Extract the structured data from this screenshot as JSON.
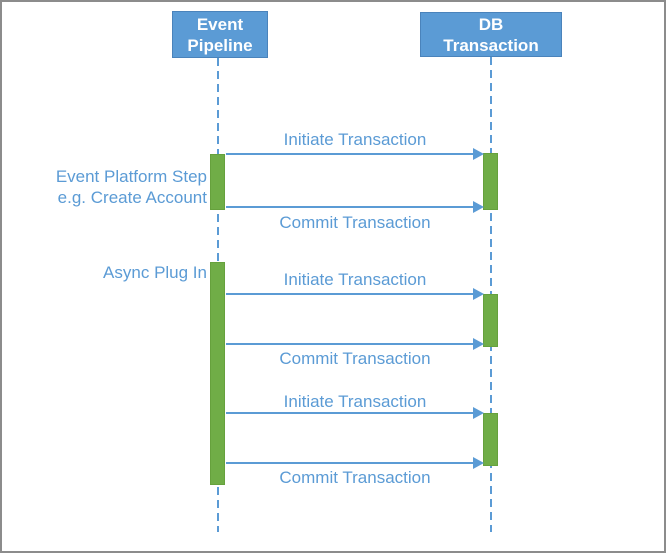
{
  "diagram_type": "uml-sequence-diagram",
  "colors": {
    "actor_fill": "#5B9BD5",
    "actor_border": "#4A83BB",
    "actor_text": "#FFFFFF",
    "lifeline_blue": "#5B9BD5",
    "message_line_blue": "#5B9BD5",
    "message_text_blue": "#5B9BD5",
    "activation_fill_green": "#70AD47",
    "frame_border_gray": "#8C8C8C",
    "background": "#FFFFFF"
  },
  "actors": [
    {
      "id": "event-pipeline",
      "line1": "Event",
      "line2": "Pipeline"
    },
    {
      "id": "db-transaction",
      "line1": "DB",
      "line2": "Transaction"
    }
  ],
  "annotations": [
    {
      "lines": [
        "Event Platform Step",
        "e.g. Create Account"
      ]
    },
    {
      "lines": [
        "Async Plug In"
      ]
    }
  ],
  "messages": [
    {
      "label": "Initiate Transaction",
      "from": "Event Pipeline",
      "to": "DB Transaction"
    },
    {
      "label": "Commit Transaction",
      "from": "Event Pipeline",
      "to": "DB Transaction"
    },
    {
      "label": "Initiate Transaction",
      "from": "Event Pipeline",
      "to": "DB Transaction"
    },
    {
      "label": "Commit Transaction",
      "from": "Event Pipeline",
      "to": "DB Transaction"
    },
    {
      "label": "Initiate Transaction",
      "from": "Event Pipeline",
      "to": "DB Transaction"
    },
    {
      "label": "Commit Transaction",
      "from": "Event Pipeline",
      "to": "DB Transaction"
    }
  ]
}
